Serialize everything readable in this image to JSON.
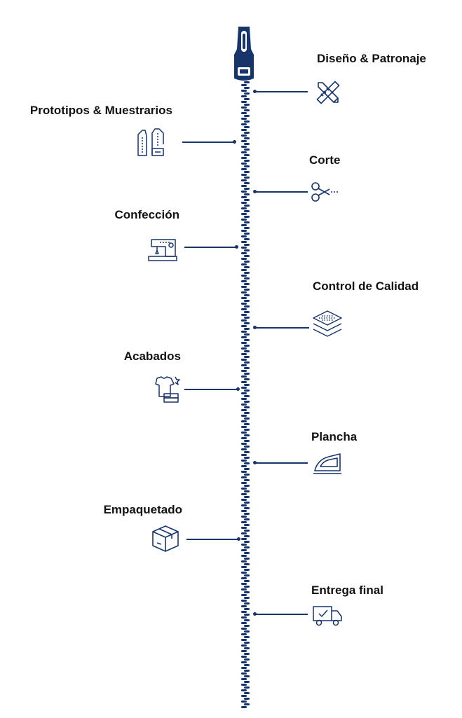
{
  "colors": {
    "navy": "#17346b",
    "label": "#111111"
  },
  "steps": [
    {
      "label": "Diseño & Patronaje",
      "icon": "ruler-pencil-icon"
    },
    {
      "label": "Prototipos & Muestrarios",
      "icon": "garment-pattern-icon"
    },
    {
      "label": "Corte",
      "icon": "scissors-icon"
    },
    {
      "label": "Confección",
      "icon": "sewing-machine-icon"
    },
    {
      "label": "Control de Calidad",
      "icon": "fabric-layers-icon"
    },
    {
      "label": "Acabados",
      "icon": "folded-shirt-icon"
    },
    {
      "label": "Plancha",
      "icon": "iron-icon"
    },
    {
      "label": "Empaquetado",
      "icon": "box-icon"
    },
    {
      "label": "Entrega final",
      "icon": "delivery-truck-icon"
    }
  ]
}
